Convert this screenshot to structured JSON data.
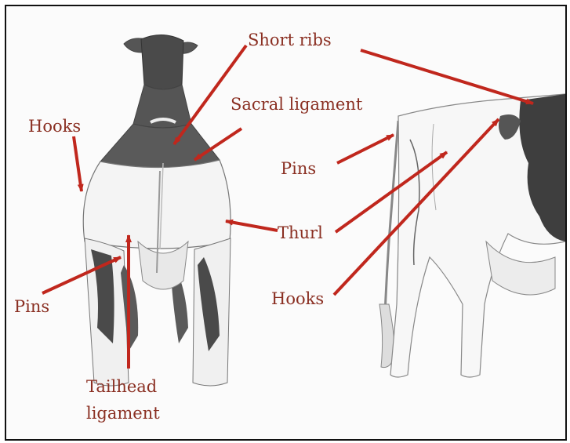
{
  "labels": {
    "short_ribs": "Short ribs",
    "sacral_ligament": "Sacral ligament",
    "hooks_left": "Hooks",
    "pins_center": "Pins",
    "thurl": "Thurl",
    "hooks_center": "Hooks",
    "pins_left": "Pins",
    "tailhead_line1": "Tailhead",
    "tailhead_line2": "ligament"
  },
  "colors": {
    "arrow": "#c0271d",
    "label_text": "#8a2f22",
    "cow_black": "#3a3a3a",
    "cow_white": "#f4f4f4",
    "outline": "#666666"
  }
}
